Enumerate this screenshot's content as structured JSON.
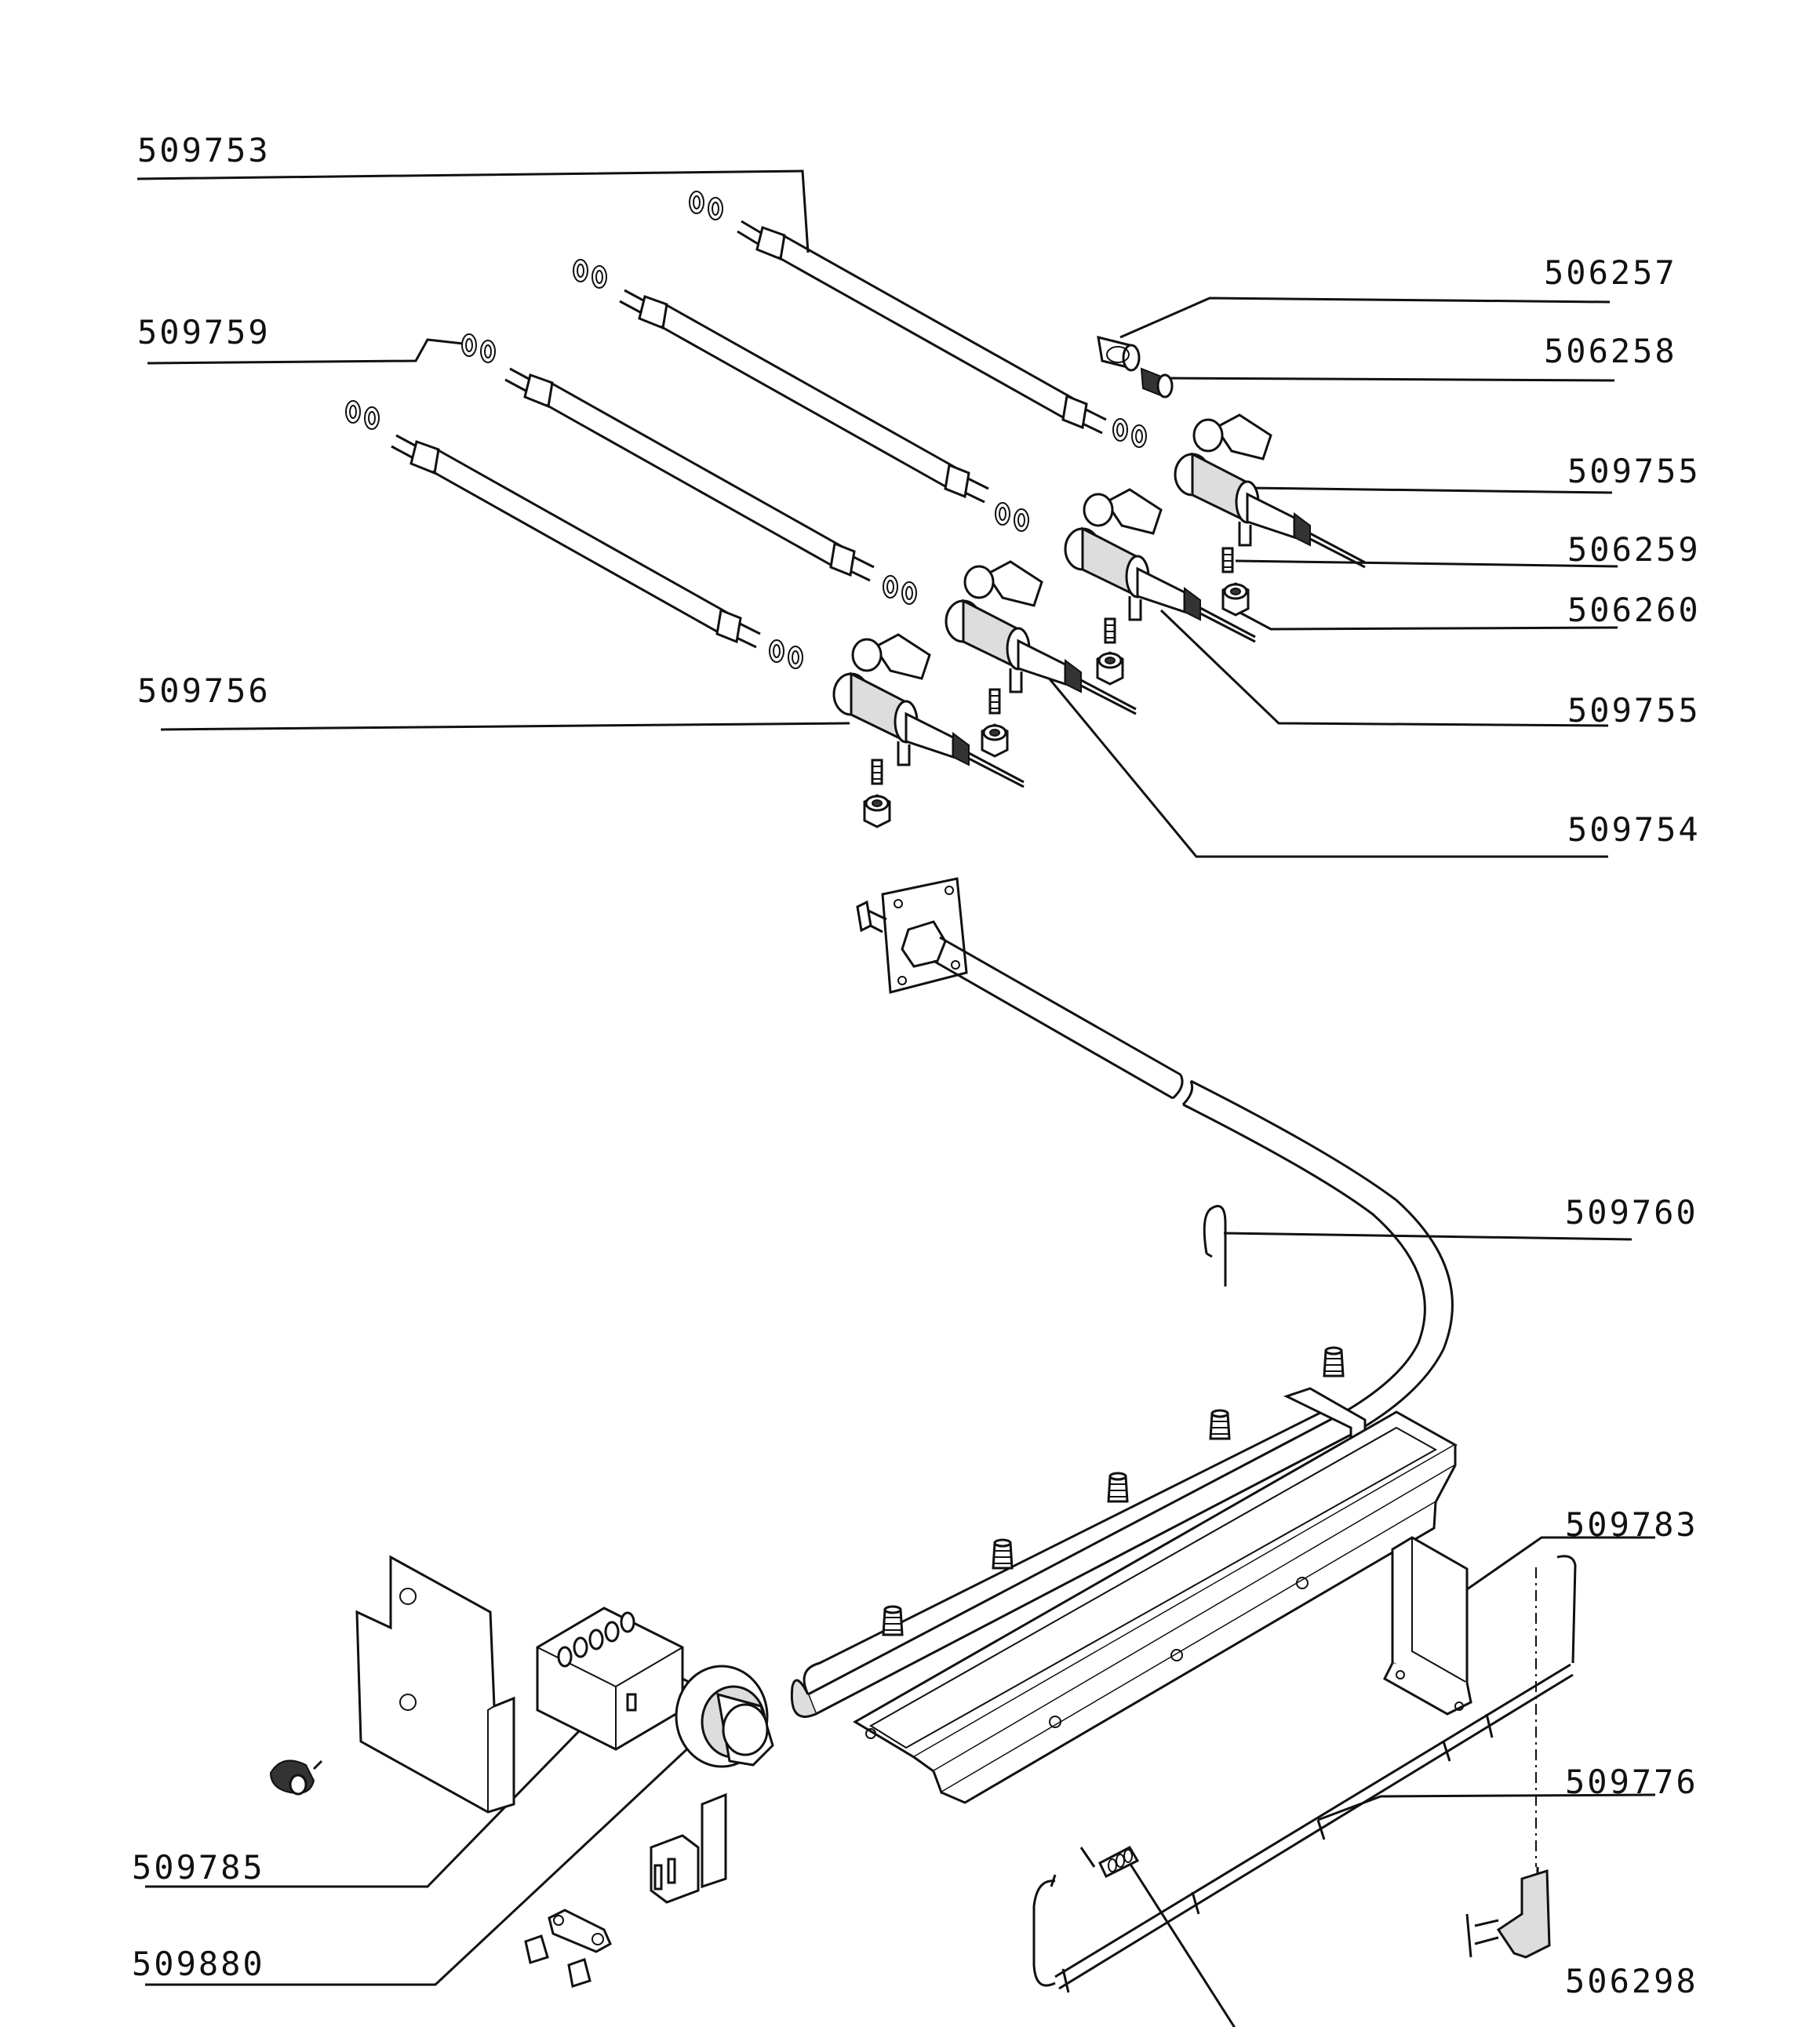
{
  "diagram": {
    "labels": [
      {
        "id": "p509753",
        "text": "509753"
      },
      {
        "id": "p509759",
        "text": "509759"
      },
      {
        "id": "p509756",
        "text": "509756"
      },
      {
        "id": "p506257",
        "text": "506257"
      },
      {
        "id": "p506258",
        "text": "506258"
      },
      {
        "id": "p509755a",
        "text": "509755"
      },
      {
        "id": "p506259",
        "text": "506259"
      },
      {
        "id": "p506260",
        "text": "506260"
      },
      {
        "id": "p509755b",
        "text": "509755"
      },
      {
        "id": "p509754",
        "text": "509754"
      },
      {
        "id": "p509760",
        "text": "509760"
      },
      {
        "id": "p509783",
        "text": "509783"
      },
      {
        "id": "p509776",
        "text": "509776"
      },
      {
        "id": "p509785",
        "text": "509785"
      },
      {
        "id": "p509880",
        "text": "509880"
      },
      {
        "id": "p506298",
        "text": "506298"
      }
    ]
  }
}
